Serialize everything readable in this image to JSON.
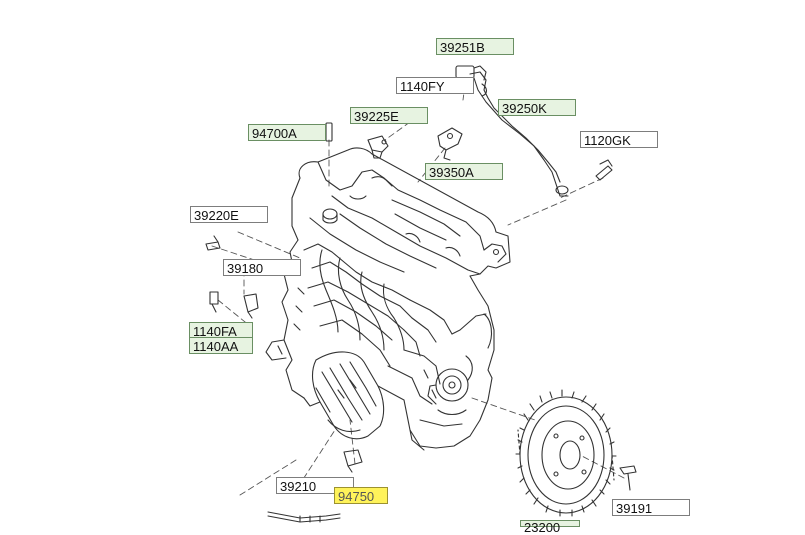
{
  "diagram": {
    "part_labels": [
      {
        "id": "39251B",
        "text": "39251B",
        "style": "green"
      },
      {
        "id": "1140FY",
        "text": "1140FY",
        "style": "white"
      },
      {
        "id": "39250K",
        "text": "39250K",
        "style": "green"
      },
      {
        "id": "39225E",
        "text": "39225E",
        "style": "green"
      },
      {
        "id": "94700A",
        "text": "94700A",
        "style": "green"
      },
      {
        "id": "1120GK",
        "text": "1120GK",
        "style": "white"
      },
      {
        "id": "39350A",
        "text": "39350A",
        "style": "green"
      },
      {
        "id": "39220E",
        "text": "39220E",
        "style": "white"
      },
      {
        "id": "39180",
        "text": "39180",
        "style": "white"
      },
      {
        "id": "1140FA",
        "text": "1140FA",
        "style": "green"
      },
      {
        "id": "1140AA",
        "text": "1140AA",
        "style": "green"
      },
      {
        "id": "39210",
        "text": "39210",
        "style": "white"
      },
      {
        "id": "94750",
        "text": "94750",
        "style": "yellow"
      },
      {
        "id": "39191",
        "text": "39191",
        "style": "white"
      },
      {
        "id": "23200",
        "text": "23200",
        "style": "green"
      }
    ],
    "highlight_color": "#fff35a",
    "label_bg_color": "#e7f3e1",
    "line_color": "#333333"
  }
}
